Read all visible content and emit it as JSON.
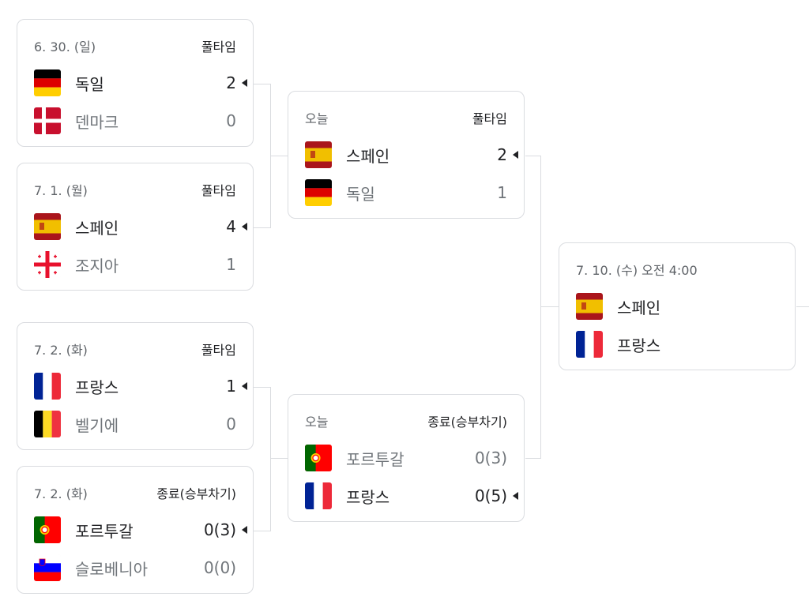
{
  "cards": [
    {
      "date": "6. 30. (일)",
      "status": "풀타임",
      "team1": {
        "name": "독일",
        "score": "2",
        "flag": "germany"
      },
      "team2": {
        "name": "덴마크",
        "score": "0",
        "flag": "denmark"
      }
    },
    {
      "date": "7. 1. (월)",
      "status": "풀타임",
      "team1": {
        "name": "스페인",
        "score": "4",
        "flag": "spain"
      },
      "team2": {
        "name": "조지아",
        "score": "1",
        "flag": "georgia"
      }
    },
    {
      "date": "7. 2. (화)",
      "status": "풀타임",
      "team1": {
        "name": "프랑스",
        "score": "1",
        "flag": "france"
      },
      "team2": {
        "name": "벨기에",
        "score": "0",
        "flag": "belgium"
      }
    },
    {
      "date": "7. 2. (화)",
      "status": "종료(승부차기)",
      "team1": {
        "name": "포르투갈",
        "score": "0(3)",
        "flag": "portugal"
      },
      "team2": {
        "name": "슬로베니아",
        "score": "0(0)",
        "flag": "slovenia"
      }
    },
    {
      "date": "오늘",
      "status": "풀타임",
      "team1": {
        "name": "스페인",
        "score": "2",
        "flag": "spain"
      },
      "team2": {
        "name": "독일",
        "score": "1",
        "flag": "germany"
      }
    },
    {
      "date": "오늘",
      "status": "종료(승부차기)",
      "team1": {
        "name": "포르투갈",
        "score": "0(3)",
        "flag": "portugal"
      },
      "team2": {
        "name": "프랑스",
        "score": "0(5)",
        "flag": "france"
      }
    }
  ],
  "semifinal": {
    "date": "7. 10. (수) 오전 4:00",
    "team1": {
      "name": "스페인",
      "flag": "spain"
    },
    "team2": {
      "name": "프랑스",
      "flag": "france"
    }
  },
  "colors": {
    "border": "#dadce0",
    "text": "#202124",
    "muted": "#70757a"
  }
}
